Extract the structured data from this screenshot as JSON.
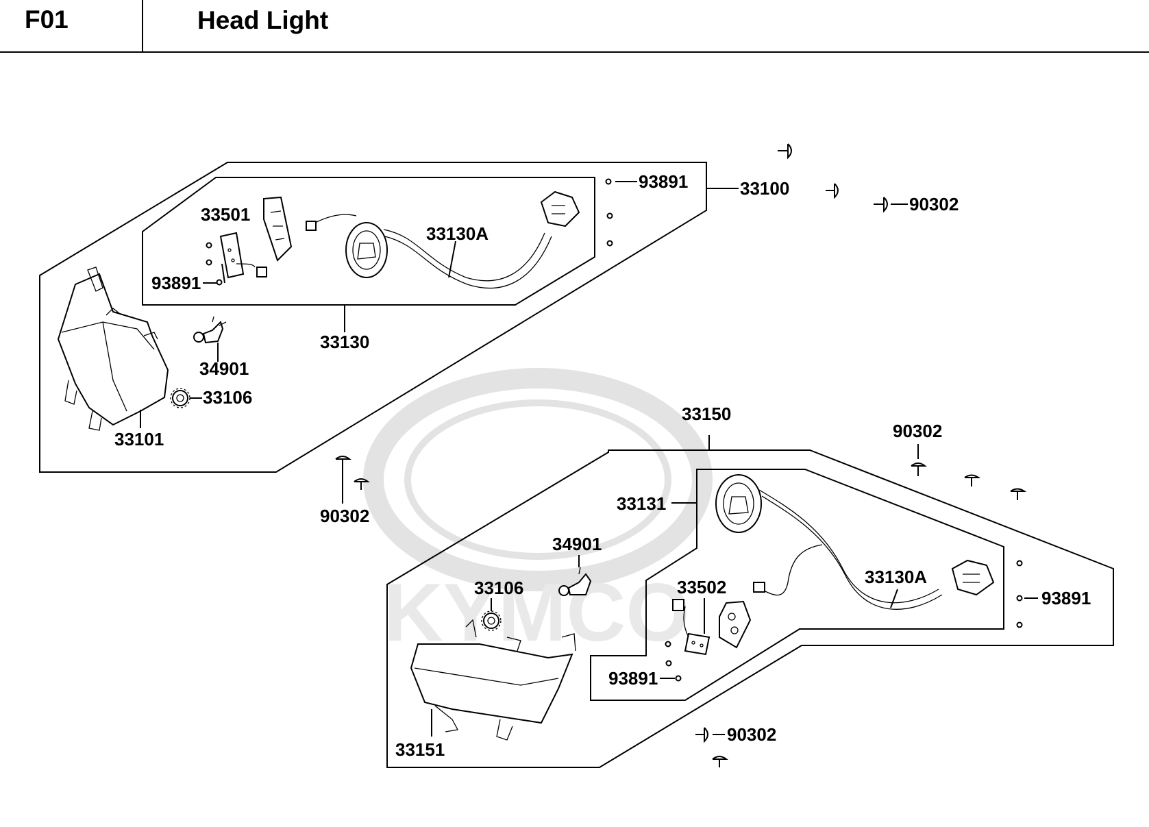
{
  "header": {
    "section_code": "F01",
    "section_title": "Head Light"
  },
  "watermark": {
    "brand": "KYMCO",
    "color": "#e3e3e3"
  },
  "callouts": [
    {
      "id": "c1",
      "text": "93891"
    },
    {
      "id": "c2",
      "text": "33100"
    },
    {
      "id": "c3",
      "text": "90302"
    },
    {
      "id": "c4",
      "text": "33501"
    },
    {
      "id": "c5",
      "text": "33130A"
    },
    {
      "id": "c6",
      "text": "93891"
    },
    {
      "id": "c7",
      "text": "33130"
    },
    {
      "id": "c8",
      "text": "34901"
    },
    {
      "id": "c9",
      "text": "33106"
    },
    {
      "id": "c10",
      "text": "33101"
    },
    {
      "id": "c11",
      "text": "33150"
    },
    {
      "id": "c12",
      "text": "90302"
    },
    {
      "id": "c13",
      "text": "90302"
    },
    {
      "id": "c14",
      "text": "33131"
    },
    {
      "id": "c15",
      "text": "34901"
    },
    {
      "id": "c16",
      "text": "33106"
    },
    {
      "id": "c17",
      "text": "33502"
    },
    {
      "id": "c18",
      "text": "33130A"
    },
    {
      "id": "c19",
      "text": "93891"
    },
    {
      "id": "c20",
      "text": "93891"
    },
    {
      "id": "c21",
      "text": "90302"
    },
    {
      "id": "c22",
      "text": "33151"
    }
  ]
}
